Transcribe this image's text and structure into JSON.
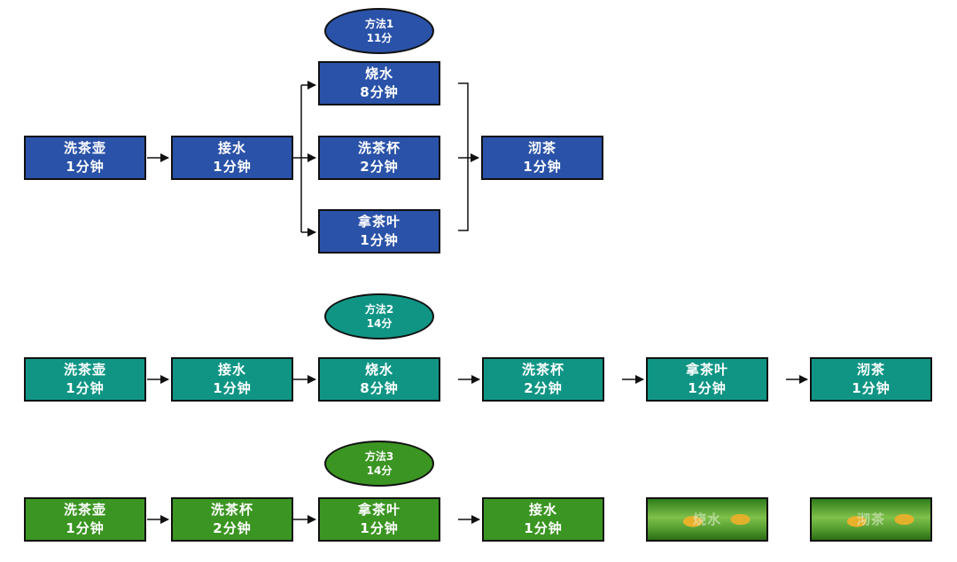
{
  "methods": [
    {
      "title": "方法1",
      "time": "11分",
      "steps": {
        "wash_pot": [
          "洗茶壶",
          "1分钟"
        ],
        "fetch_water": [
          "接水",
          "1分钟"
        ],
        "boil": [
          "烧水",
          "8分钟"
        ],
        "wash_cups": [
          "洗茶杯",
          "2分钟"
        ],
        "get_tea": [
          "拿茶叶",
          "1分钟"
        ],
        "brew": [
          "沏茶",
          "1分钟"
        ]
      }
    },
    {
      "title": "方法2",
      "time": "14分",
      "steps": [
        [
          "洗茶壶",
          "1分钟"
        ],
        [
          "接水",
          "1分钟"
        ],
        [
          "烧水",
          "8分钟"
        ],
        [
          "洗茶杯",
          "2分钟"
        ],
        [
          "拿茶叶",
          "1分钟"
        ],
        [
          "沏茶",
          "1分钟"
        ]
      ]
    },
    {
      "title": "方法3",
      "time": "14分",
      "steps": [
        [
          "洗茶壶",
          "1分钟"
        ],
        [
          "洗茶杯",
          "2分钟"
        ],
        [
          "拿茶叶",
          "1分钟"
        ],
        [
          "接水",
          "1分钟"
        ],
        [
          "烧水",
          ""
        ],
        [
          "沏茶",
          ""
        ]
      ]
    }
  ],
  "colors": {
    "method1": "#2a52a8",
    "method2": "#109585",
    "method3": "#3b9522",
    "border": "#111111",
    "arrow": "#111111"
  }
}
